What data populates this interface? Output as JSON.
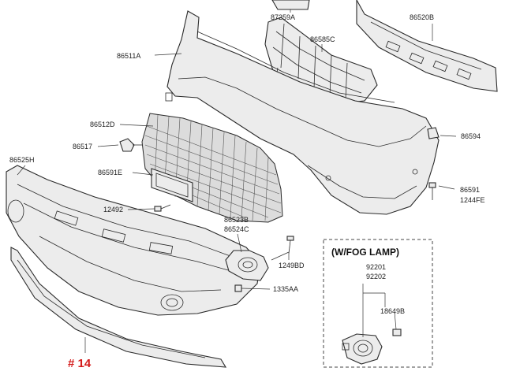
{
  "callouts": {
    "p87259A": "87259A",
    "p86520B": "86520B",
    "p86585C": "86585C",
    "p86511A": "86511A",
    "p86512D": "86512D",
    "p86517": "86517",
    "p86594": "86594",
    "p86525H": "86525H",
    "p86591E": "86591E",
    "p86591": "86591",
    "p1244FE": "1244FE",
    "p12492": "12492",
    "p86523B": "86523B",
    "p86524C": "86524C",
    "p1249BD": "1249BD",
    "p1335AA": "1335AA",
    "p92201": "92201",
    "p92202": "92202",
    "p18649B": "18649B"
  },
  "fog_box": {
    "title": "(W/FOG LAMP)"
  },
  "highlight": {
    "label": "# 14",
    "color": "#d41c1c"
  }
}
